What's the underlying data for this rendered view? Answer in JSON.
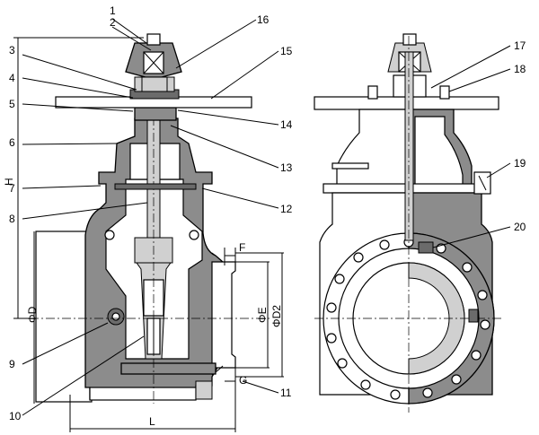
{
  "part_numbers": [
    "1",
    "2",
    "3",
    "4",
    "5",
    "6",
    "7",
    "8",
    "9",
    "10",
    "11",
    "12",
    "13",
    "14",
    "15",
    "16",
    "17",
    "18",
    "19",
    "20"
  ],
  "dimensions": {
    "H": "H",
    "L": "L",
    "D": "ΦD",
    "E": "ΦE",
    "D2": "ΦD2",
    "F": "F",
    "G": "G"
  }
}
